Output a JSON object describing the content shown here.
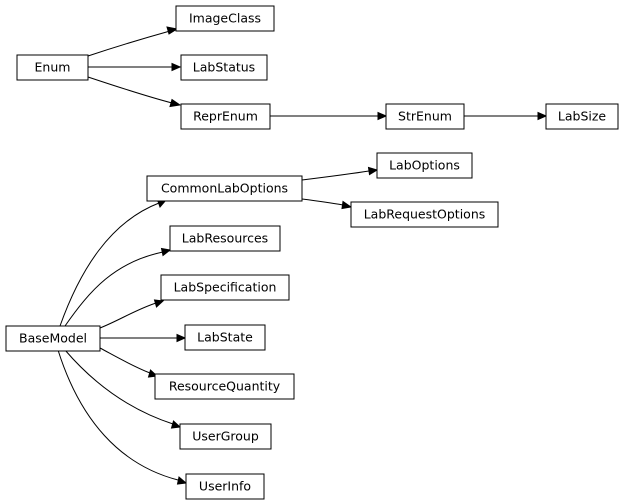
{
  "nodes": {
    "enum": "Enum",
    "image_class": "ImageClass",
    "lab_status": "LabStatus",
    "repr_enum": "ReprEnum",
    "str_enum": "StrEnum",
    "lab_size": "LabSize",
    "base_model": "BaseModel",
    "common_lab_options": "CommonLabOptions",
    "lab_options": "LabOptions",
    "lab_request_options": "LabRequestOptions",
    "lab_resources": "LabResources",
    "lab_specification": "LabSpecification",
    "lab_state": "LabState",
    "resource_quantity": "ResourceQuantity",
    "user_group": "UserGroup",
    "user_info": "UserInfo"
  },
  "edges": [
    {
      "from": "enum",
      "to": "image_class"
    },
    {
      "from": "enum",
      "to": "lab_status"
    },
    {
      "from": "enum",
      "to": "repr_enum"
    },
    {
      "from": "repr_enum",
      "to": "str_enum"
    },
    {
      "from": "str_enum",
      "to": "lab_size"
    },
    {
      "from": "base_model",
      "to": "common_lab_options"
    },
    {
      "from": "base_model",
      "to": "lab_resources"
    },
    {
      "from": "base_model",
      "to": "lab_specification"
    },
    {
      "from": "base_model",
      "to": "lab_state"
    },
    {
      "from": "base_model",
      "to": "resource_quantity"
    },
    {
      "from": "base_model",
      "to": "user_group"
    },
    {
      "from": "base_model",
      "to": "user_info"
    },
    {
      "from": "common_lab_options",
      "to": "lab_options"
    },
    {
      "from": "common_lab_options",
      "to": "lab_request_options"
    }
  ]
}
